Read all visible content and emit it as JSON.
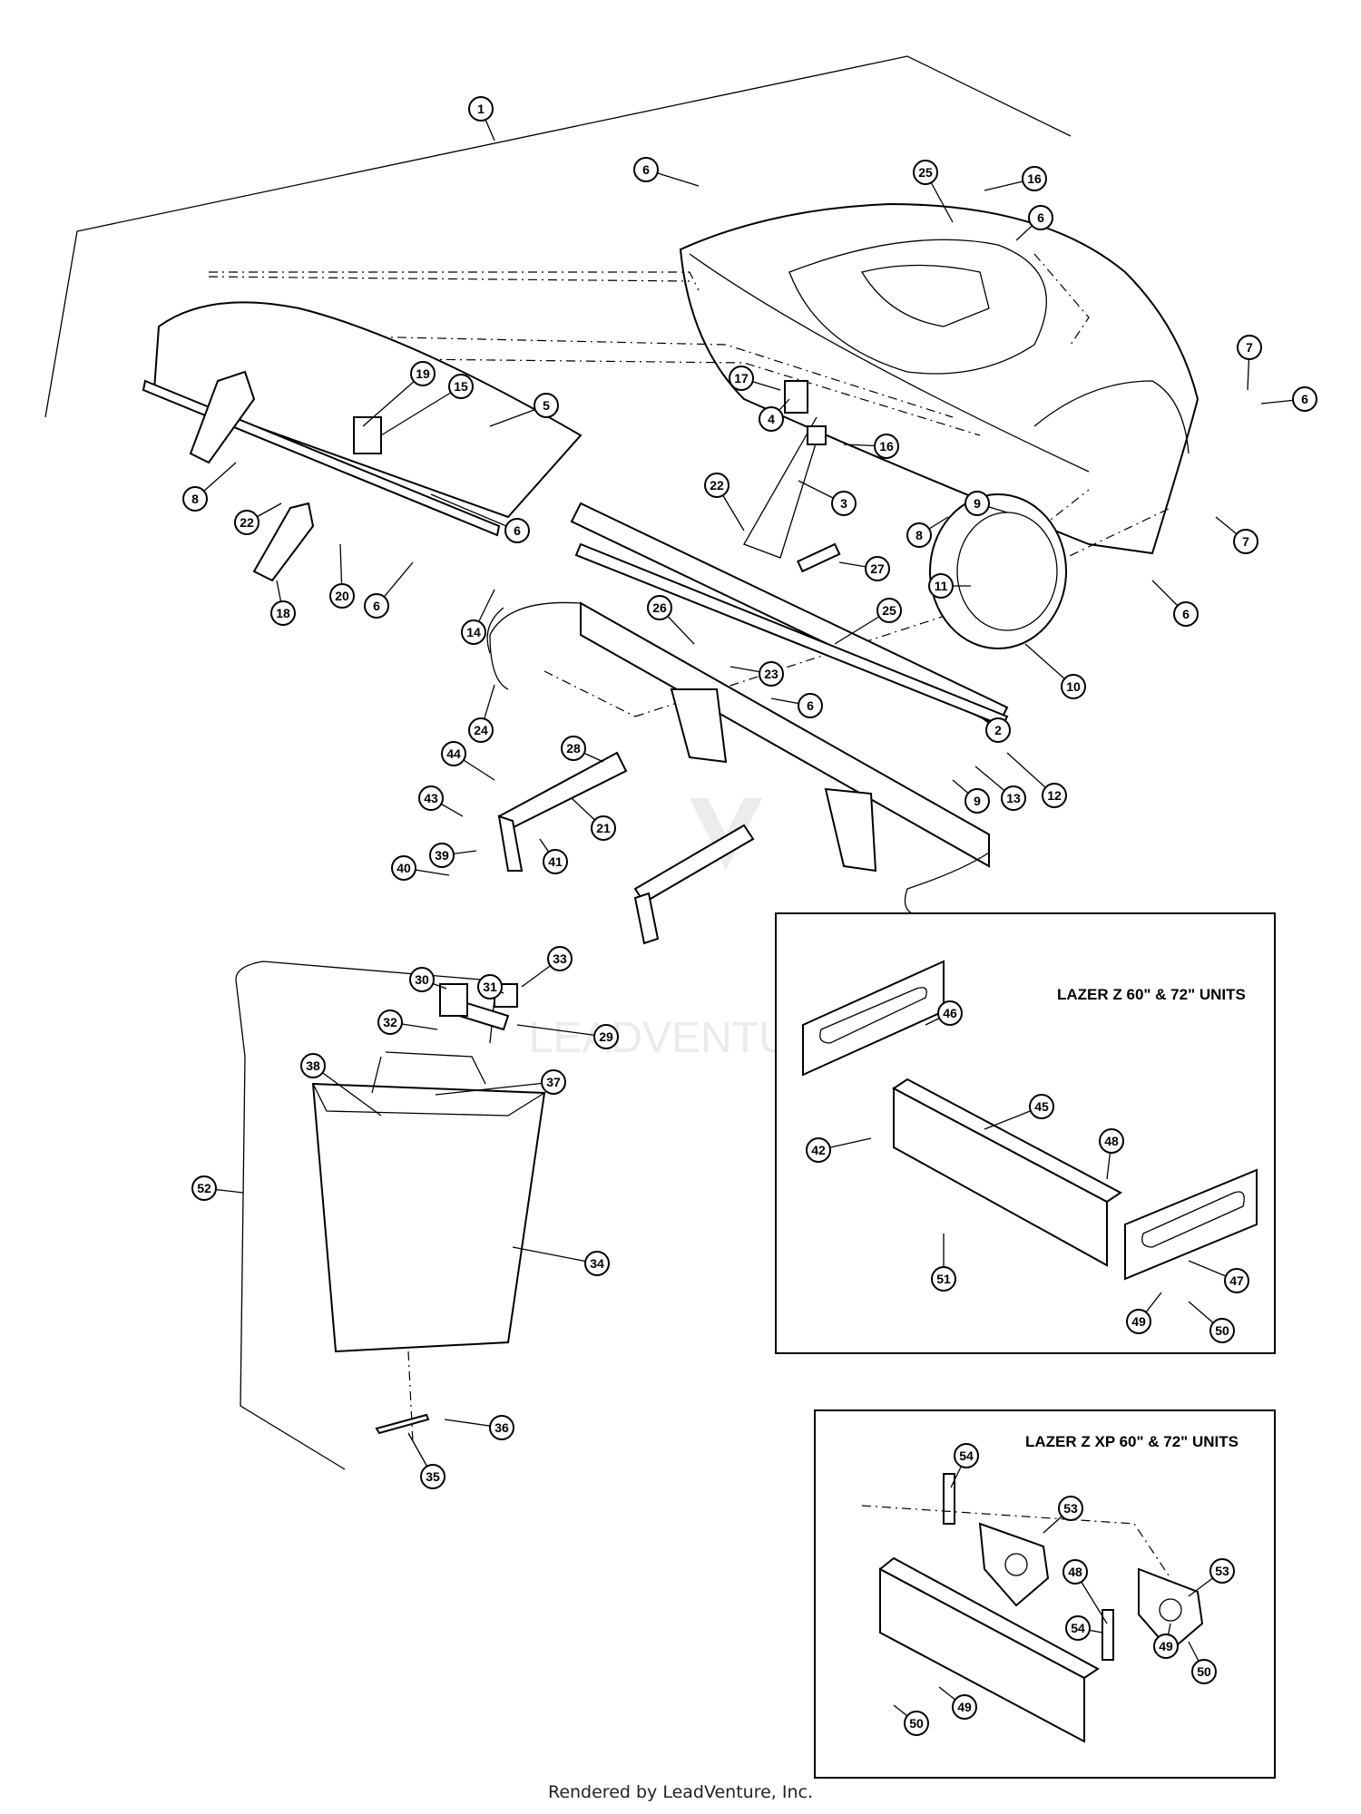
{
  "insets": [
    {
      "id": "lazer-z",
      "title": "LAZER Z 60\" & 72\" UNITS"
    },
    {
      "id": "lazer-z-xp",
      "title": "LAZER Z XP 60\" & 72\" UNITS"
    }
  ],
  "callouts": [
    {
      "label": "1",
      "anchor": "bracket-top"
    },
    {
      "label": "2",
      "anchor": "deflector-bar"
    },
    {
      "label": "3",
      "anchor": "support-rod"
    },
    {
      "label": "4",
      "anchor": "latch-bracket"
    },
    {
      "label": "5",
      "anchor": "rear-cover"
    },
    {
      "label": "6",
      "anchor": "screw"
    },
    {
      "label": "7",
      "anchor": "screw"
    },
    {
      "label": "8",
      "anchor": "screw"
    },
    {
      "label": "9",
      "anchor": "screw"
    },
    {
      "label": "10",
      "anchor": "adapter-ring"
    },
    {
      "label": "11",
      "anchor": "adapter-ring"
    },
    {
      "label": "12",
      "anchor": "frame-bar"
    },
    {
      "label": "13",
      "anchor": "frame-bar"
    },
    {
      "label": "14",
      "anchor": "hinge-strip"
    },
    {
      "label": "15",
      "anchor": "hinge"
    },
    {
      "label": "16",
      "anchor": "nut"
    },
    {
      "label": "17",
      "anchor": "nut"
    },
    {
      "label": "18",
      "anchor": "latch"
    },
    {
      "label": "19",
      "anchor": "hinge"
    },
    {
      "label": "20",
      "anchor": "screw"
    },
    {
      "label": "21",
      "anchor": "hitch-arm"
    },
    {
      "label": "22",
      "anchor": "nut"
    },
    {
      "label": "23",
      "anchor": "bolt"
    },
    {
      "label": "24",
      "anchor": "handle"
    },
    {
      "label": "25",
      "anchor": "cover-top"
    },
    {
      "label": "26",
      "anchor": "bracket"
    },
    {
      "label": "27",
      "anchor": "spring"
    },
    {
      "label": "28",
      "anchor": "hitch-arm"
    },
    {
      "label": "29",
      "anchor": "weight-frame"
    },
    {
      "label": "30",
      "anchor": "plate"
    },
    {
      "label": "31",
      "anchor": "bracket"
    },
    {
      "label": "32",
      "anchor": "bolt"
    },
    {
      "label": "33",
      "anchor": "nut"
    },
    {
      "label": "34",
      "anchor": "weight-bin"
    },
    {
      "label": "35",
      "anchor": "strap"
    },
    {
      "label": "36",
      "anchor": "screw"
    },
    {
      "label": "37",
      "anchor": "washer"
    },
    {
      "label": "38",
      "anchor": "bolt"
    },
    {
      "label": "39",
      "anchor": "spring"
    },
    {
      "label": "40",
      "anchor": "pin"
    },
    {
      "label": "41",
      "anchor": "pin"
    },
    {
      "label": "42",
      "anchor": "bolt"
    },
    {
      "label": "43",
      "anchor": "clip"
    },
    {
      "label": "44",
      "anchor": "knob"
    },
    {
      "label": "45",
      "anchor": "hitch-frame"
    },
    {
      "label": "46",
      "anchor": "mount-plate"
    },
    {
      "label": "47",
      "anchor": "mount-plate"
    },
    {
      "label": "48",
      "anchor": "nut"
    },
    {
      "label": "49",
      "anchor": "washer"
    },
    {
      "label": "50",
      "anchor": "bolt"
    },
    {
      "label": "51",
      "anchor": "pin"
    },
    {
      "label": "52",
      "anchor": "bracket-weight"
    },
    {
      "label": "53",
      "anchor": "mount-plate"
    },
    {
      "label": "54",
      "anchor": "strap"
    }
  ],
  "watermark": "LEADVENTURE",
  "footer": "Rendered by LeadVenture, Inc."
}
